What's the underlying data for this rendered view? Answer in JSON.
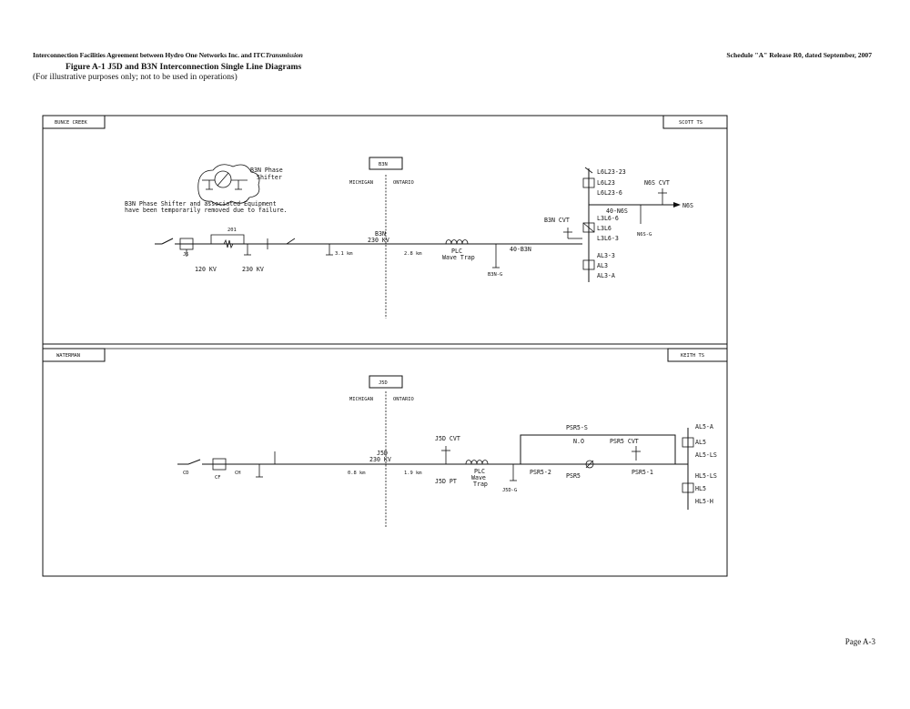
{
  "header": {
    "left_prefix": "Interconnection Facilities Agreement between Hydro One Networks Inc. and ITC",
    "left_italic": "Transmission",
    "right": "Schedule \"A\" Release R0, dated September, 2007"
  },
  "figure_title": "Figure A-1   J5D and B3N Interconnection Single Line Diagrams",
  "subtitle": "(For illustrative purposes only; not to be used in operations)",
  "page_number": "Page A-3",
  "top_diagram": {
    "left_station": "BUNCE CREEK",
    "right_station": "SCOTT TS",
    "circuit_box": "B3N",
    "side_left": "MICHIGAN",
    "side_right": "ONTARIO",
    "phase_shifter_label": [
      "B3N Phase",
      "Shifter"
    ],
    "note_lines": [
      "B3N Phase Shifter and associated Equipment",
      "have been temporarily removed due to failure."
    ],
    "switch_201": "201",
    "j5_label": "J5",
    "kv_120": "120 KV",
    "kv_230_left": "230 KV",
    "line_label": [
      "B3N",
      "230 KV"
    ],
    "dist_left": "3.1 km",
    "dist_right": "2.8 km",
    "wave_trap": [
      "PLC",
      "Wave Trap"
    ],
    "ground_switch": "B3N-G",
    "line_end_label": "40-B3N",
    "cvt_label": "B3N CVT",
    "labels_upper": [
      "L6L23-23",
      "L6L23",
      "L6L23-6"
    ],
    "n6s_cvt": "N6S CVT",
    "n6s_out": "N6S",
    "n6s_40": "40-N6S",
    "n6s_g": "N6S-G",
    "labels_mid": [
      "L3L6-6",
      "L3L6",
      "L3L6-3"
    ],
    "labels_lower": [
      "AL3-3",
      "AL3",
      "AL3-A"
    ]
  },
  "bottom_diagram": {
    "left_station": "WATERMAN",
    "right_station": "KEITH TS",
    "circuit_box": "J5D",
    "side_left": "MICHIGAN",
    "side_right": "ONTARIO",
    "cd": "CD",
    "cf": "CF",
    "ch": "CH",
    "line_label": [
      "J5D",
      "230 KV"
    ],
    "dist_left": "0.8 km",
    "dist_right": "1.9 km",
    "cvt_label": "J5D CVT",
    "pt_label": "J5D PT",
    "wave_trap": [
      "PLC",
      "Wave",
      "Trap"
    ],
    "ground_switch": "J5D-G",
    "psr5_s": "PSR5-S",
    "no": "N.O",
    "psr5_cvt": "PSR5 CVT",
    "psr5_2": "PSR5-2",
    "psr5": "PSR5",
    "psr5_1": "PSR5-1",
    "labels_upper": [
      "AL5-A",
      "AL5",
      "AL5-LS"
    ],
    "labels_lower": [
      "HL5-LS",
      "HL5",
      "HL5-H"
    ]
  }
}
